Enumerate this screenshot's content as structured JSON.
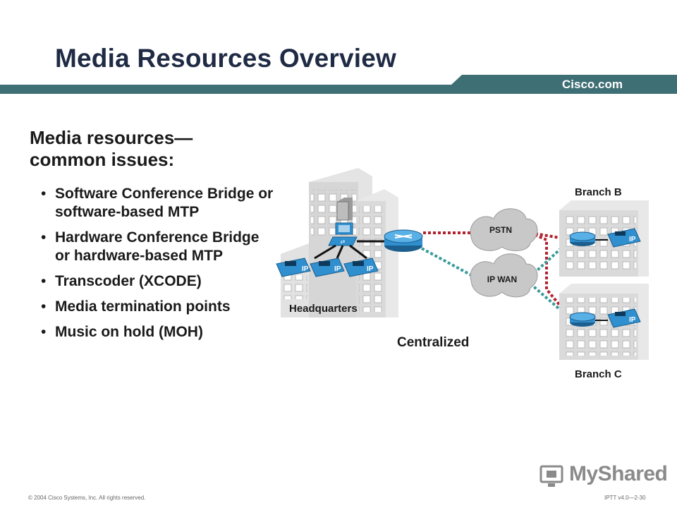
{
  "header": {
    "title": "Media Resources Overview",
    "brand": "Cisco.com"
  },
  "main": {
    "subheading": "Media resources—common issues:",
    "bullets": [
      "Software Conference Bridge or software-based MTP",
      "Hardware Conference Bridge or hardware-based MTP",
      "Transcoder (XCODE)",
      "Media termination points",
      "Music on hold (MOH)"
    ]
  },
  "diagram": {
    "headquarters_label": "Headquarters",
    "centralized_label": "Centralized",
    "pstn_label": "PSTN",
    "ipwan_label": "IP WAN",
    "branch_b_label": "Branch B",
    "branch_c_label": "Branch C",
    "phone_label": "IP"
  },
  "footer": {
    "copyright": "© 2004 Cisco Systems, Inc. All rights reserved.",
    "course_code": "IPTT v4.0—2-30",
    "logo_text": "MyShared"
  },
  "colors": {
    "title": "#1f2a44",
    "bar": "#3e6f74",
    "pstn_link": "#b2202e",
    "wan_link": "#3a9a9a",
    "phone": "#2f8fcf"
  }
}
